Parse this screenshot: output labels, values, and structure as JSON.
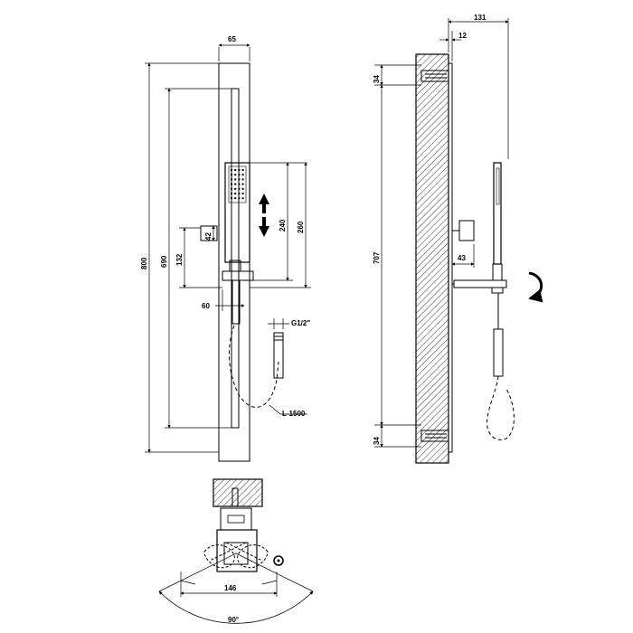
{
  "front": {
    "w65": "65",
    "h800": "800",
    "h690": "690",
    "h132": "132",
    "d42": "42",
    "h240": "240",
    "h260": "260",
    "w60": "60",
    "thread": "G1/2\"",
    "hose": "L-1500"
  },
  "side": {
    "w131": "131",
    "w12": "12",
    "top34": "34",
    "h707": "707",
    "d43": "43",
    "bot34": "34"
  },
  "plan": {
    "w146": "146",
    "angle": "90°"
  }
}
